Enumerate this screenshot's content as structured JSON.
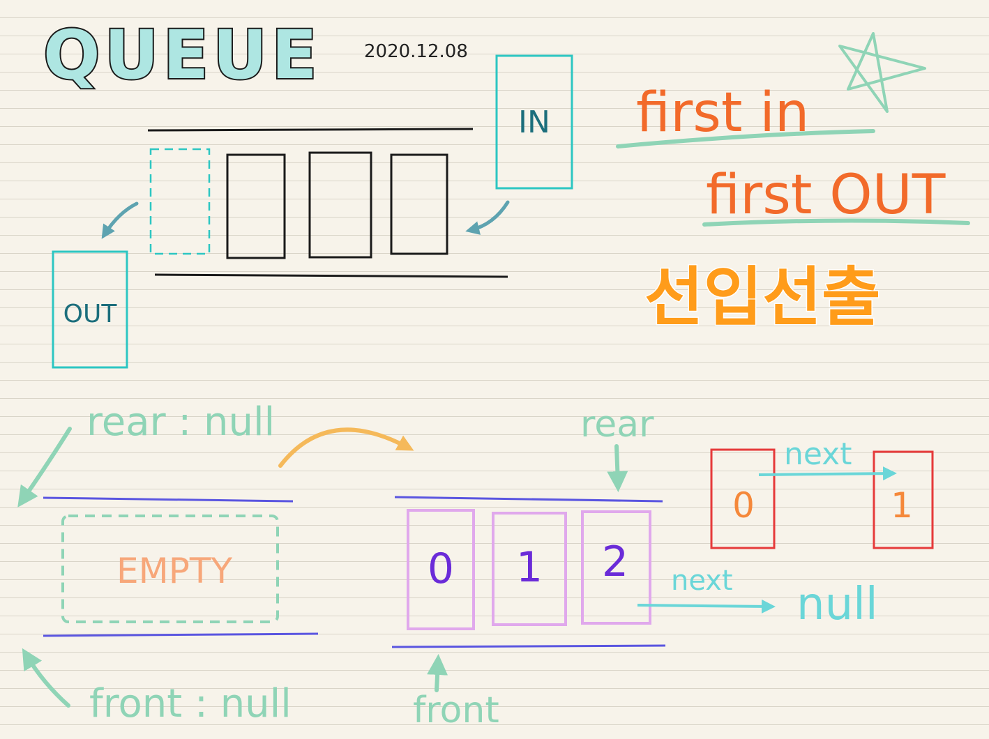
{
  "title": "QUEUE",
  "date": "2020.12.08",
  "labels": {
    "in": "IN",
    "out": "OUT",
    "first_in": "first in",
    "first_out": "first OUT",
    "korean": "선입선출",
    "rear_null": "rear : null",
    "front_null": "front : null",
    "empty": "EMPTY",
    "rear": "rear",
    "front": "front",
    "next_top": "next",
    "next_bottom": "next",
    "null": "null"
  },
  "queue_items": [
    "0",
    "1",
    "2"
  ],
  "linked_nodes": [
    "0",
    "1"
  ],
  "colors": {
    "teal": "#2cc6c2",
    "mint": "#8fd4b6",
    "orange": "#f26a2a",
    "orange_fill": "#ff9c1a",
    "purple": "#6a2bd8",
    "lilac": "#e0a8ec",
    "blue_line": "#5a55e0",
    "red": "#e63a3a",
    "salmon": "#f7a77a",
    "dark_teal": "#1c6e7c"
  }
}
